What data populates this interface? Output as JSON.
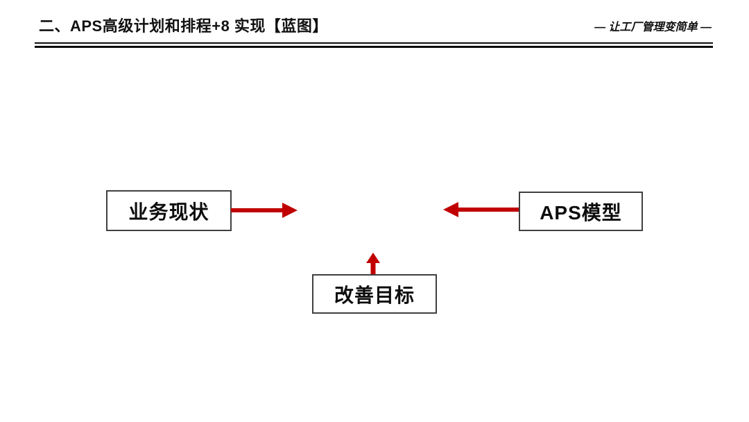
{
  "header": {
    "title": "二、APS高级计划和排程+8 实现【蓝图】",
    "slogan": "— 让工厂管理变简单 —"
  },
  "diagram": {
    "boxes": [
      {
        "id": "business-status",
        "label": "业务现状"
      },
      {
        "id": "aps-model",
        "label": "APS模型"
      },
      {
        "id": "improvement-goal",
        "label": "改善目标"
      }
    ],
    "arrows": [
      {
        "from": "business-status",
        "direction": "right"
      },
      {
        "from": "aps-model",
        "direction": "left"
      },
      {
        "from": "improvement-goal",
        "direction": "up"
      }
    ],
    "colors": {
      "arrow": "#C00000",
      "box_border": "#404040",
      "text": "#0D0D0D"
    }
  }
}
